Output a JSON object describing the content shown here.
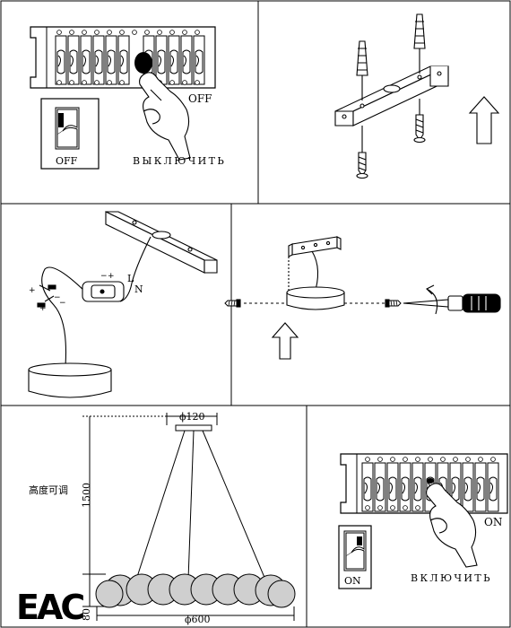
{
  "panels": {
    "power_off": {
      "off_label": "OFF",
      "switch_off_label": "OFF",
      "caption": "ВЫКЛЮЧИТЬ"
    },
    "wiring": {
      "live_label": "L",
      "neutral_label": "N"
    },
    "dimensions": {
      "top_diameter": "ϕ120",
      "drop_height": "1500",
      "adjust_note": "高度可调",
      "ring_height": "80",
      "ring_diameter": "ϕ600",
      "cert_mark": "EAC"
    },
    "power_on": {
      "on_label": "ON",
      "switch_on_label": "ON",
      "caption": "ВКЛЮЧИТЬ"
    }
  },
  "colors": {
    "line": "#000000",
    "paper": "#ffffff",
    "shade": "#d8d8d8",
    "ball": "#cfcfcf"
  }
}
